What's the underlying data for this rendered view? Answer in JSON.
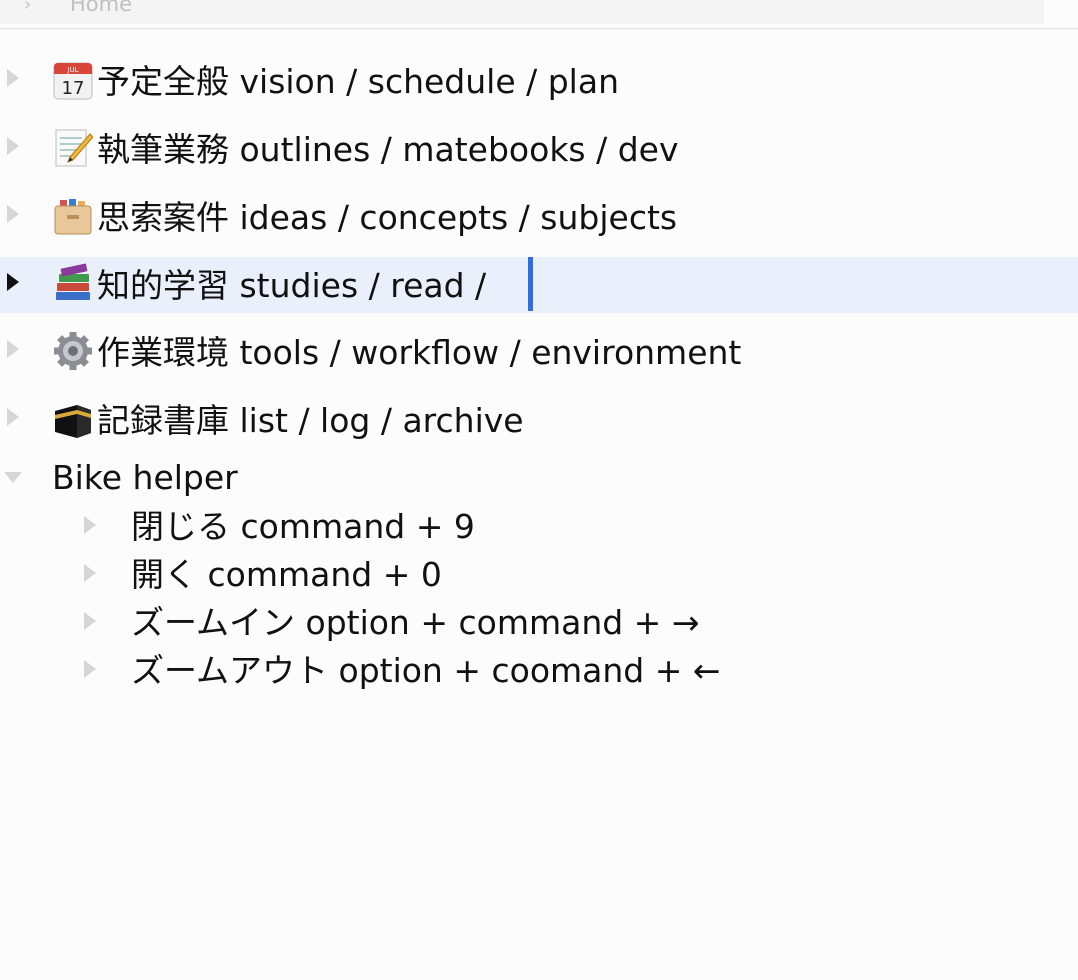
{
  "breadcrumb": {
    "chevron": "›",
    "home_label": "Home"
  },
  "outline": {
    "items": [
      {
        "icon": "calendar-icon",
        "label": "予定全般 vision / schedule / plan",
        "expanded": false
      },
      {
        "icon": "memo-icon",
        "label": "執筆業務 outlines / matebooks / dev",
        "expanded": false
      },
      {
        "icon": "card-file-box-icon",
        "label": "思索案件 ideas / concepts / subjects",
        "expanded": false
      },
      {
        "icon": "books-icon",
        "label": "知的学習 studies / read /",
        "expanded": false,
        "selected": true
      },
      {
        "icon": "gear-icon",
        "label": "作業環境 tools / workflow / environment",
        "expanded": false
      },
      {
        "icon": "kaaba-icon",
        "label": "記録書庫 list / log / archive",
        "expanded": false
      }
    ],
    "helper": {
      "label": "Bike helper",
      "expanded": true,
      "children": [
        "閉じる command + 9",
        "開く command + 0",
        "ズームイン option + command + →",
        "ズームアウト option + coomand + ←"
      ]
    }
  },
  "colors": {
    "selection": "#eaf0fb",
    "caret": "#2f6fe0",
    "disclosure": "#d6d6d6"
  }
}
